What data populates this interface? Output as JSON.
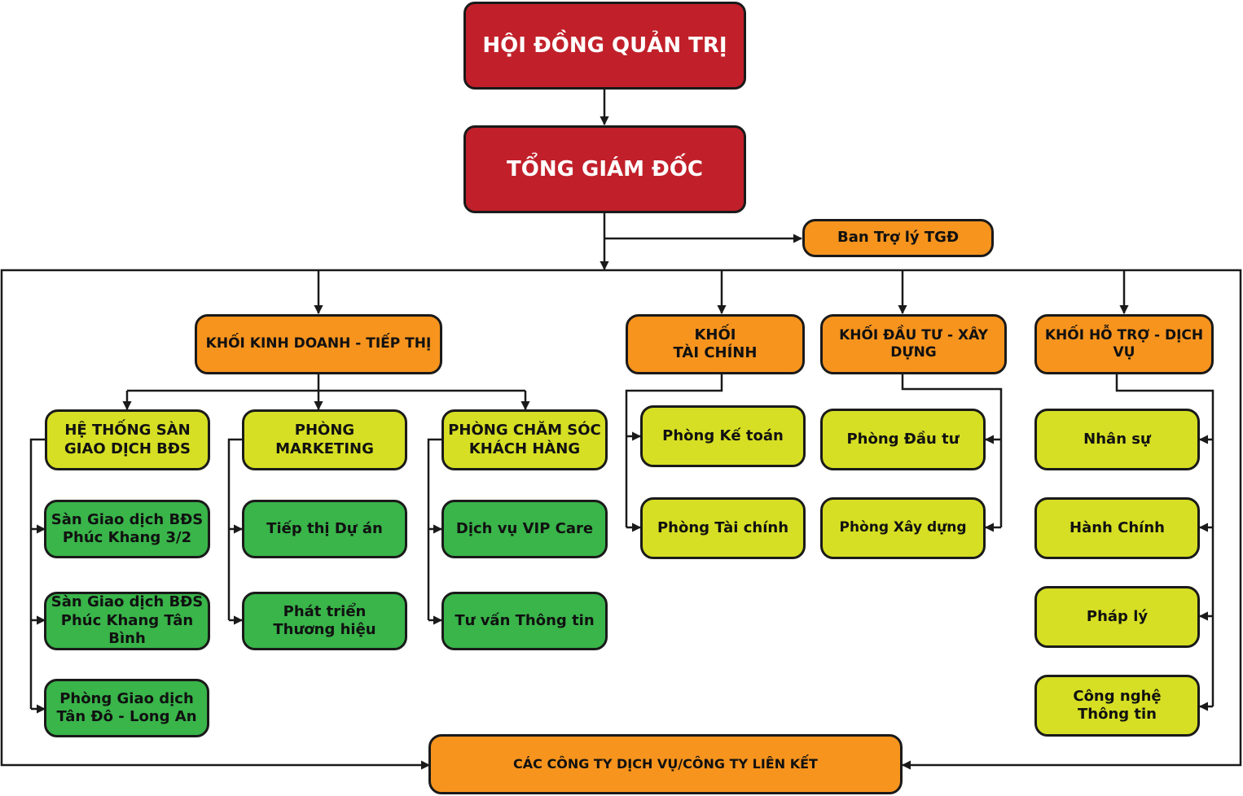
{
  "colors": {
    "red": "#c1202a",
    "orange": "#f7941e",
    "lime": "#d6df23",
    "green": "#39b54a",
    "line": "#1a1a1a"
  },
  "nodes": {
    "board": "HỘI ĐỒNG QUẢN TRỊ",
    "ceo": "TỔNG GIÁM ĐỐC",
    "assistant": "Ban Trợ lý TGĐ",
    "div_sales": "KHỐI KINH DOANH - TIẾP THỊ",
    "div_finance": "KHỐI\nTÀI CHÍNH",
    "div_invest": "KHỐI ĐẦU TƯ - XÂY DỰNG",
    "div_support": "KHỐI HỖ TRỢ - DỊCH VỤ",
    "exchange_system": "HỆ THỐNG SÀN\nGIAO DỊCH BĐS",
    "marketing": "PHÒNG MARKETING",
    "customer_care": "PHÒNG CHĂM SÓC\nKHÁCH HÀNG",
    "exchange_32": "Sàn Giao dịch BĐS\nPhúc Khang 3/2",
    "exchange_tanbinh": "Sàn Giao dịch BĐS\nPhúc Khang Tân Bình",
    "office_tando": "Phòng Giao dịch\nTân Đô - Long An",
    "project_marketing": "Tiếp thị Dự án",
    "brand_dev": "Phát triển\nThương hiệu",
    "vip_care": "Dịch vụ VIP Care",
    "info_consult": "Tư vấn Thông tin",
    "accounting": "Phòng Kế toán",
    "finance_dept": "Phòng Tài chính",
    "invest_dept": "Phòng Đầu tư",
    "construction_dept": "Phòng Xây dựng",
    "hr": "Nhân sự",
    "admin": "Hành Chính",
    "legal": "Pháp lý",
    "it": "Công nghệ\nThông tin",
    "affiliates": "CÁC CÔNG TY DỊCH VỤ/CÔNG TY LIÊN KẾT"
  }
}
